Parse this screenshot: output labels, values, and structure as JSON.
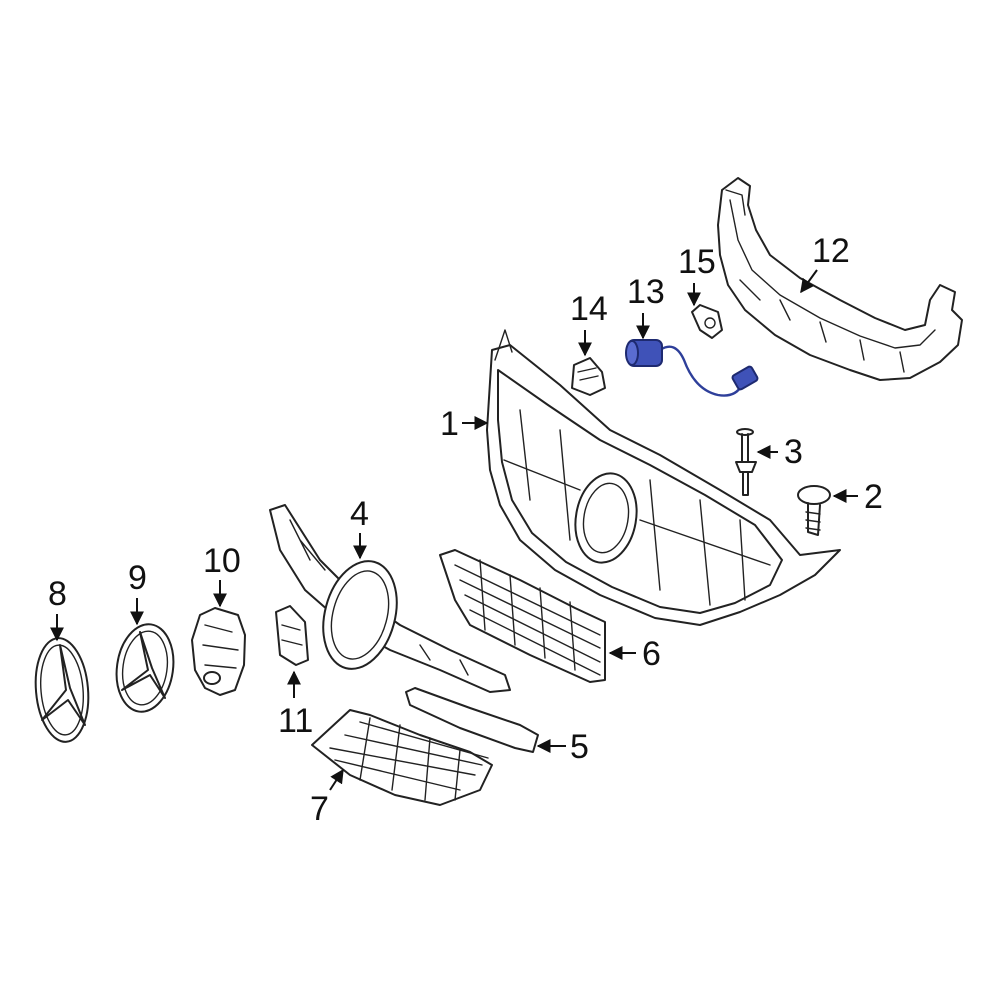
{
  "colors": {
    "line": "#222222",
    "highlight": "#2e3f9a",
    "highlight_fill": "#3f52b8",
    "background": "#ffffff"
  },
  "callouts": [
    {
      "id": "1",
      "label": "1"
    },
    {
      "id": "2",
      "label": "2"
    },
    {
      "id": "3",
      "label": "3"
    },
    {
      "id": "4",
      "label": "4"
    },
    {
      "id": "5",
      "label": "5"
    },
    {
      "id": "6",
      "label": "6"
    },
    {
      "id": "7",
      "label": "7"
    },
    {
      "id": "8",
      "label": "8"
    },
    {
      "id": "9",
      "label": "9"
    },
    {
      "id": "10",
      "label": "10"
    },
    {
      "id": "11",
      "label": "11"
    },
    {
      "id": "12",
      "label": "12"
    },
    {
      "id": "13",
      "label": "13"
    },
    {
      "id": "14",
      "label": "14"
    },
    {
      "id": "15",
      "label": "15"
    }
  ],
  "highlighted_part": "13"
}
